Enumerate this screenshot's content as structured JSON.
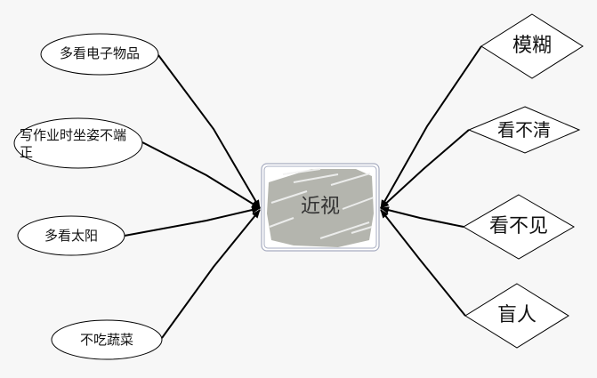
{
  "center": {
    "label": "近视"
  },
  "causes": [
    {
      "label": "多看电子物品"
    },
    {
      "label": "写作业时坐姿不端正"
    },
    {
      "label": "多看太阳"
    },
    {
      "label": "不吃蔬菜"
    }
  ],
  "effects": [
    {
      "label": "模糊"
    },
    {
      "label": "看不清"
    },
    {
      "label": "看不见"
    },
    {
      "label": "盲人"
    }
  ],
  "colors": {
    "line": "#000000",
    "scribble": "#b4b5ae",
    "border": "#a7acc0"
  }
}
